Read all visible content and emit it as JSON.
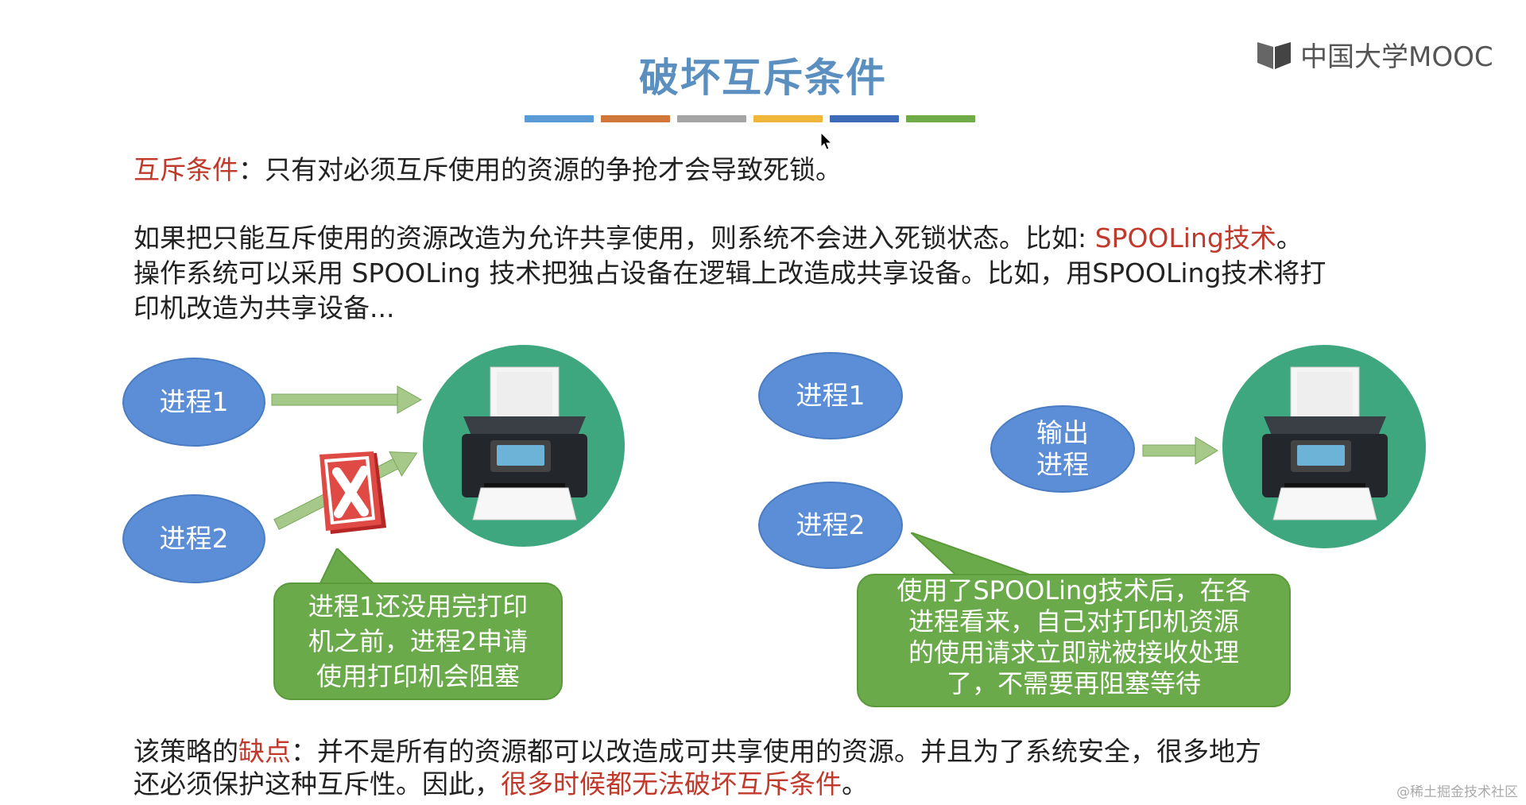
{
  "title": "破坏互斥条件",
  "logo": {
    "text": "中国大学MOOC"
  },
  "color_bars": [
    "#5b9bd5",
    "#d0773a",
    "#a5a5a5",
    "#f0b63a",
    "#3d6bb8",
    "#6fab46"
  ],
  "line1": {
    "label": "互斥条件",
    "rest": "：只有对必须互斥使用的资源的争抢才会导致死锁。"
  },
  "para2": {
    "line1_pre": "如果把只能互斥使用的资源改造为允许共享使用，则系统不会进入死锁状态。比如: ",
    "line1_red": "SPOOLing技术",
    "line1_post": "。",
    "line2": "操作系统可以采用 SPOOLing  技术把独占设备在逻辑上改造成共享设备。比如，用SPOOLing技术将打",
    "line3": "印机改造为共享设备..."
  },
  "left_diagram": {
    "process1": "进程1",
    "process2": "进程2",
    "bubble": [
      "进程1还没用完打印",
      "机之前，进程2申请",
      "使用打印机会阻塞"
    ]
  },
  "right_diagram": {
    "process1": "进程1",
    "process2": "进程2",
    "output_process": [
      "输出",
      "进程"
    ],
    "bubble": [
      "使用了SPOOLing技术后，在各",
      "进程看来，自己对打印机资源",
      "的使用请求立即就被接收处理",
      "了，不需要再阻塞等待"
    ]
  },
  "footer": {
    "line1_pre": "该策略的",
    "line1_red": "缺点",
    "line1_post": "：并不是所有的资源都可以改造成可共享使用的资源。并且为了系统安全，很多地方",
    "line2_pre": "还必须保护这种互斥性。因此，",
    "line2_red": "很多时候都无法破坏互斥条件",
    "line2_post": "。"
  },
  "watermark": "@稀土掘金技术社区",
  "icons": [
    "printer-icon",
    "error-x-icon",
    "cursor-icon",
    "mooc-logo-icon"
  ]
}
